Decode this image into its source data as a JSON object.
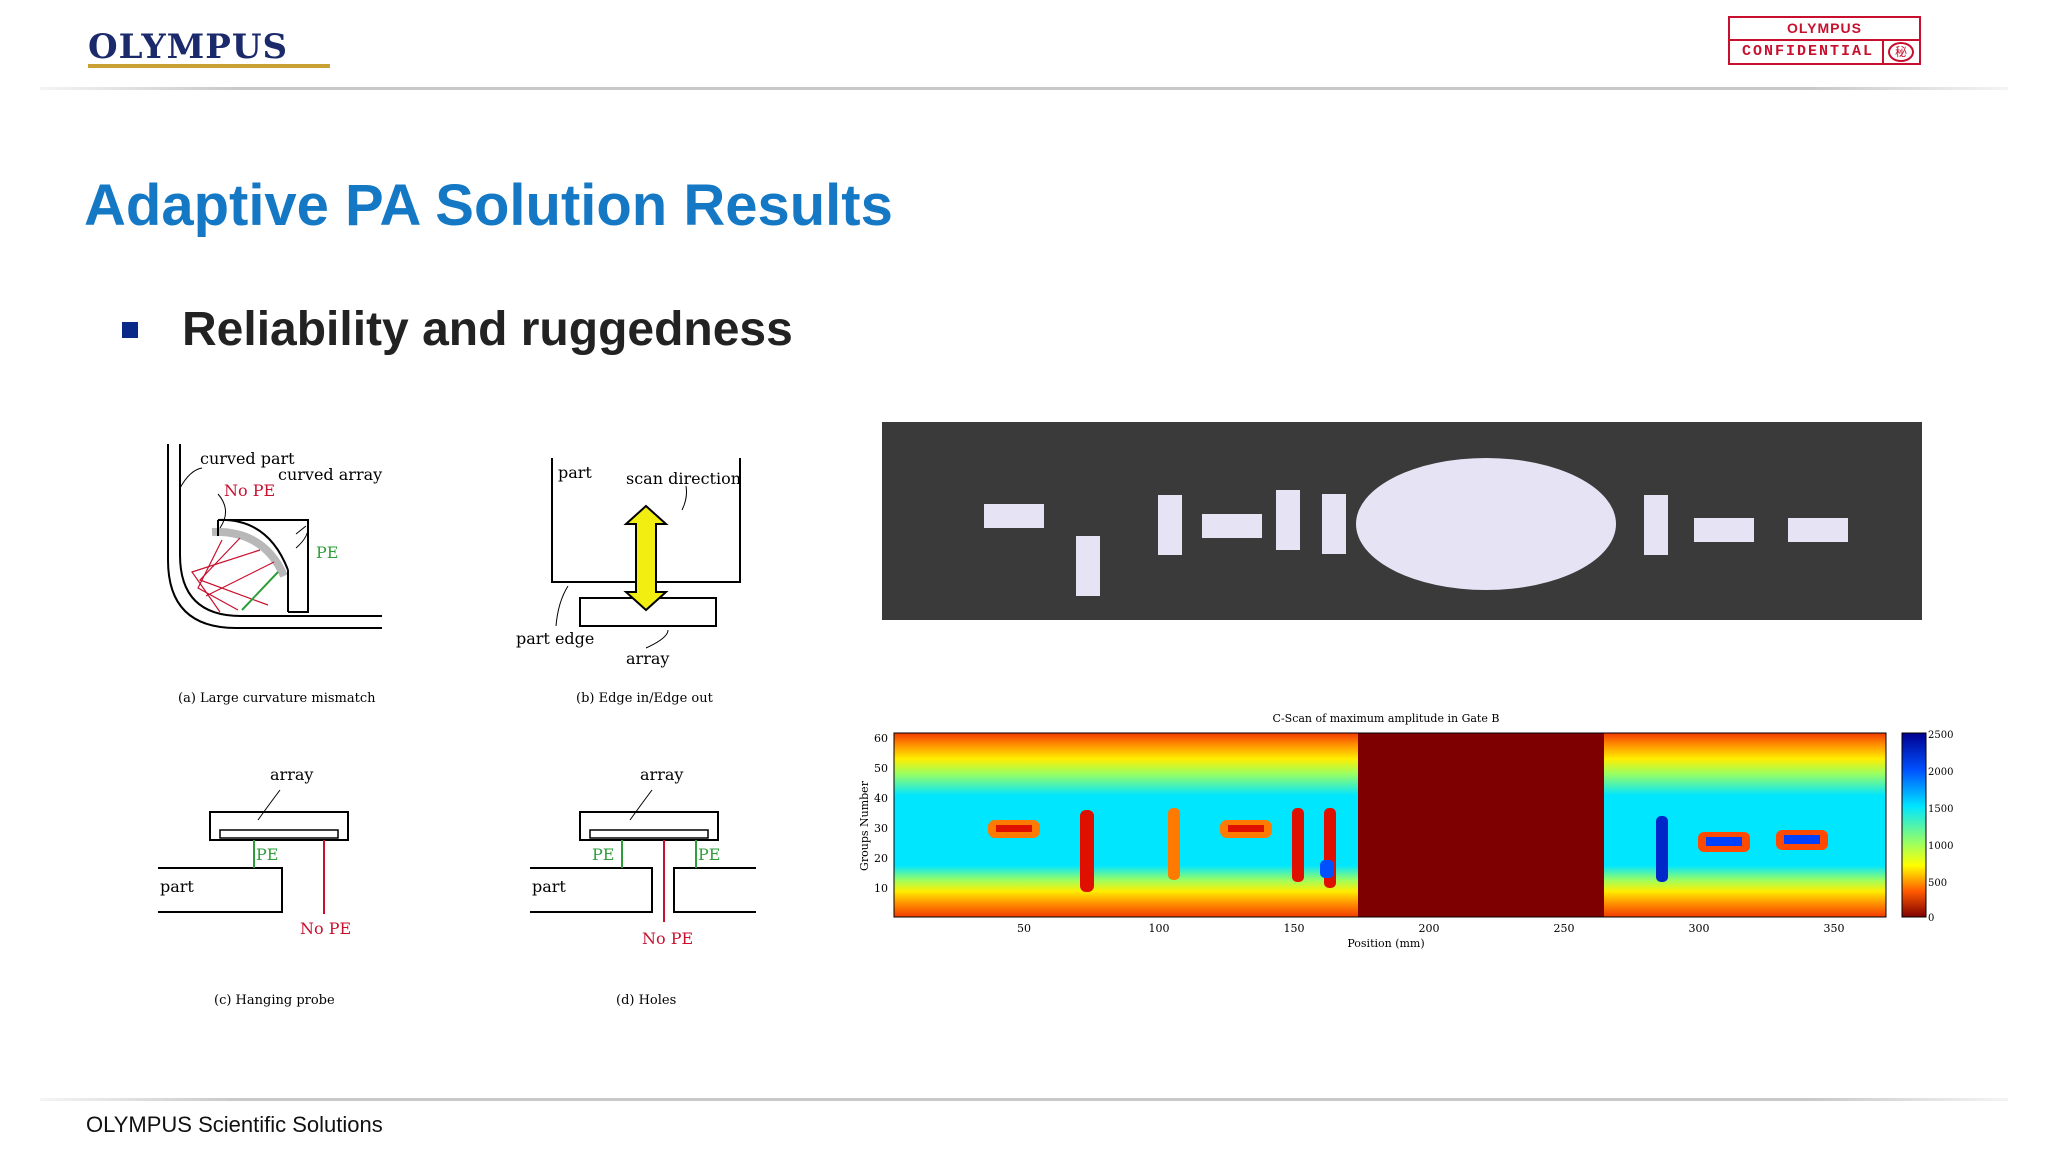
{
  "header": {
    "logo_text": "OLYMPUS",
    "confidential": {
      "brand": "OLYMPUS",
      "label": "CONFIDENTIAL",
      "seal": "秘"
    }
  },
  "title": "Adaptive PA Solution Results",
  "bullet": "Reliability and ruggedness",
  "diagrams": {
    "a": {
      "curved_part": "curved part",
      "curved_array": "curved array",
      "no_pe": "No PE",
      "pe": "PE",
      "caption": "(a) Large curvature mismatch"
    },
    "b": {
      "part": "part",
      "scan_direction": "scan direction",
      "part_edge": "part edge",
      "array": "array",
      "caption": "(b) Edge in/Edge out"
    },
    "c": {
      "array": "array",
      "pe": "PE",
      "part": "part",
      "no_pe": "No PE",
      "caption": "(c) Hanging probe"
    },
    "d": {
      "array": "array",
      "pe_left": "PE",
      "pe_right": "PE",
      "part": "part",
      "no_pe": "No PE",
      "caption": "(d) Holes"
    }
  },
  "cscan": {
    "title": "C-Scan of maximum amplitude in Gate B",
    "xlabel": "Position (mm)",
    "ylabel": "Groups Number",
    "xticks": [
      "50",
      "100",
      "150",
      "200",
      "250",
      "300",
      "350"
    ],
    "yticks": [
      "60",
      "50",
      "40",
      "30",
      "20",
      "10"
    ],
    "colorbar_ticks": [
      "2500",
      "2000",
      "1500",
      "1000",
      "500",
      "0"
    ]
  },
  "footer": "OLYMPUS Scientific Solutions",
  "colors": {
    "title": "#1478c4",
    "brand_red": "#c8102e",
    "logo_navy": "#1b2a6b",
    "logo_gold": "#c8a033"
  }
}
